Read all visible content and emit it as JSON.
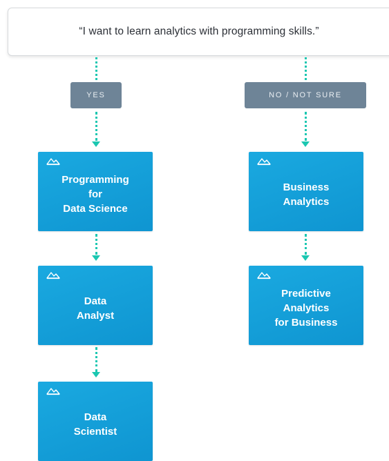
{
  "question": {
    "text": "“I want to learn analytics with programming skills.”"
  },
  "colors": {
    "connector": "#1cc7b1",
    "pill": "#6e8497",
    "card": "#129bd6"
  },
  "icon_name": "mountain-icon",
  "branches": {
    "yes": {
      "label": "YES",
      "cards": [
        {
          "lines": [
            "Programming",
            "for",
            "Data Science"
          ]
        },
        {
          "lines": [
            "Data",
            "Analyst"
          ]
        },
        {
          "lines": [
            "Data",
            "Scientist"
          ]
        }
      ]
    },
    "no": {
      "label": "NO / NOT SURE",
      "cards": [
        {
          "lines": [
            "Business",
            "Analytics"
          ]
        },
        {
          "lines": [
            "Predictive",
            "Analytics",
            "for Business"
          ]
        }
      ]
    }
  }
}
